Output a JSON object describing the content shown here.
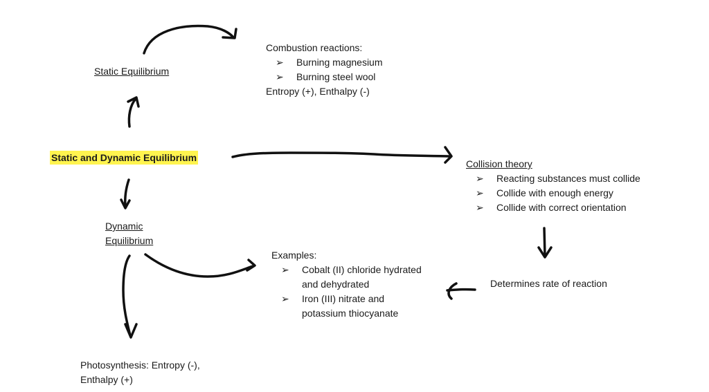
{
  "central": {
    "label": "Static and Dynamic Equilibrium",
    "highlight_color": "#fff44f"
  },
  "static_eq": {
    "label": "Static Equilibrium"
  },
  "combustion": {
    "title": "Combustion reactions:",
    "items": [
      "Burning magnesium",
      "Burning steel wool"
    ],
    "footer": "Entropy (+), Enthalpy (-)"
  },
  "dynamic_eq": {
    "line1": "Dynamic",
    "line2": "Equilibrium"
  },
  "collision": {
    "title": "Collision theory",
    "items": [
      "Reacting substances must collide",
      "Collide with enough energy",
      "Collide with correct orientation"
    ]
  },
  "rate": {
    "label": "Determines rate of reaction"
  },
  "examples": {
    "title": "Examples:",
    "items": [
      {
        "line1": "Cobalt (II) chloride hydrated",
        "line2": "and dehydrated"
      },
      {
        "line1": "Iron (III) nitrate and",
        "line2": "potassium thiocyanate"
      }
    ]
  },
  "photosynthesis": {
    "line1": "Photosynthesis: Entropy (-),",
    "line2": "Enthalpy (+)"
  },
  "bullet_glyph": "➢"
}
